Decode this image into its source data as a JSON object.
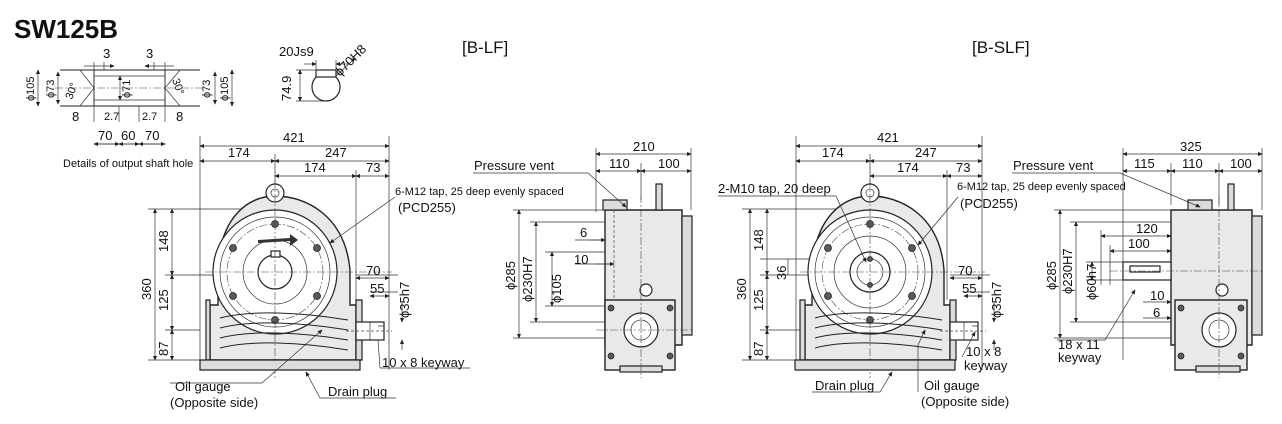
{
  "title": "SW125B",
  "views": {
    "lf": "[B-LF]",
    "slf": "[B-SLF]"
  },
  "hole_detail": {
    "caption": "Details of output shaft hole",
    "d105": "ϕ105",
    "d73": "ϕ73",
    "d71": "ϕ71",
    "a30": "30°",
    "d3": "3",
    "d8": "8",
    "d27": "2.7",
    "d70": "70",
    "d60": "60"
  },
  "key_detail": {
    "width": "20Js9",
    "bore": "ϕ70H8",
    "depth": "74.9"
  },
  "lf_front": {
    "d421": "421",
    "d174": "174",
    "d247": "247",
    "d73": "73",
    "d360": "360",
    "d148": "148",
    "d125": "125",
    "d87": "87",
    "d70": "70",
    "d55": "55",
    "shaft": "ϕ35h7",
    "tap": "6-M12 tap, 25 deep evenly spaced",
    "pcd": "(PCD255)",
    "keyway": "10 x 8 keyway",
    "oil1": "Oil gauge",
    "oil2": "(Opposite side)",
    "drain": "Drain plug"
  },
  "lf_side": {
    "d210": "210",
    "d110": "110",
    "d100": "100",
    "vent": "Pressure vent",
    "d6": "6",
    "d10": "10",
    "d285": "ϕ285",
    "d230": "ϕ230H7",
    "d105": "ϕ105"
  },
  "slf_front": {
    "d421": "421",
    "d174": "174",
    "d247": "247",
    "d174b": "174",
    "d73": "73",
    "tap2": "2-M10 tap, 20 deep",
    "tap": "6-M12 tap, 25 deep evenly spaced",
    "pcd": "(PCD255)",
    "d360": "360",
    "d148": "148",
    "d36": "36",
    "d125": "125",
    "d87": "87",
    "d70": "70",
    "d55": "55",
    "shaft": "ϕ35h7",
    "key1": "10 x 8",
    "key2": "keyway",
    "drain": "Drain plug",
    "oil1": "Oil gauge",
    "oil2": "(Opposite side)"
  },
  "slf_side": {
    "d325": "325",
    "d115": "115",
    "d110": "110",
    "d100": "100",
    "vent": "Pressure vent",
    "d285": "ϕ285",
    "d230": "ϕ230H7",
    "d60": "ϕ60h7",
    "d120": "120",
    "d100b": "100",
    "d10": "10",
    "d6": "6",
    "key1": "18 x 11",
    "key2": "keyway"
  }
}
